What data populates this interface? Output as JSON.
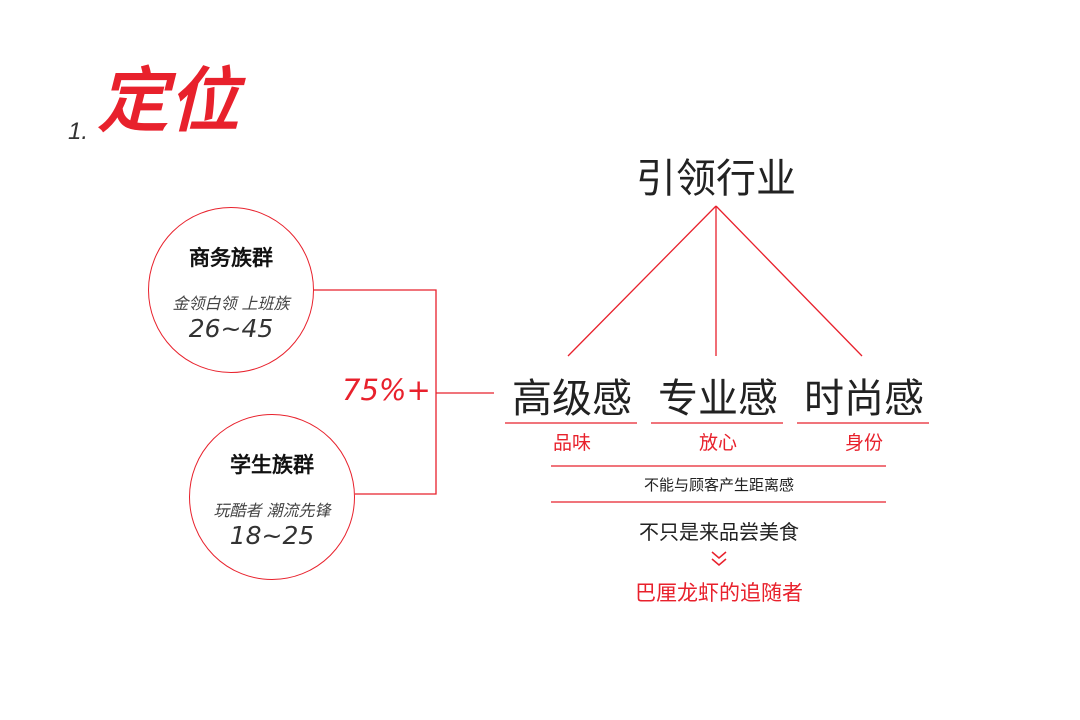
{
  "header": {
    "number": "1.",
    "title": "定位"
  },
  "groups": [
    {
      "title": "商务族群",
      "description": "金领白领 上班族",
      "age": "26~45"
    },
    {
      "title": "学生族群",
      "description": "玩酷者 潮流先锋",
      "age": "18~25"
    }
  ],
  "share": "75%+",
  "goal": "引领行业",
  "pillars": [
    {
      "label": "高级感",
      "sub": "品味"
    },
    {
      "label": "专业感",
      "sub": "放心"
    },
    {
      "label": "时尚感",
      "sub": "身份"
    }
  ],
  "note": "不能与顾客产生距离感",
  "statement": "不只是来品尝美食",
  "conclusion": "巴厘龙虾的追随者",
  "colors": {
    "accent": "#e8212c",
    "text": "#222222"
  },
  "icons": {
    "arrow": "double-chevron-down-icon"
  }
}
